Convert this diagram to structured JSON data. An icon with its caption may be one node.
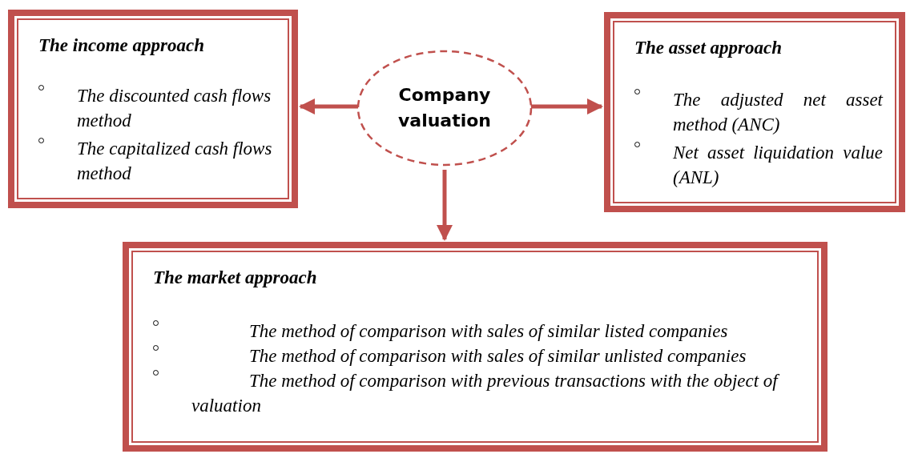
{
  "diagram": {
    "nodes": [
      {
        "text": [
          "Company valuation"
        ]
      },
      {
        "text": [
          "The income approach",
          "The discounted cash flows method",
          "The capitalized cash flows method"
        ]
      },
      {
        "text": [
          "The asset approach",
          "The adjusted net asset method (ANC)",
          "Net asset liquidation value (ANL)"
        ]
      },
      {
        "text": [
          "The market approach",
          "The method of comparison with sales of similar listed companies",
          "The method of comparison with sales of similar unlisted companies",
          "The method of comparison with previous transactions with the object of valuation"
        ]
      }
    ],
    "edges": [
      {
        "from": 0,
        "to": 1,
        "arrow": "to"
      },
      {
        "from": 0,
        "to": 2,
        "arrow": "to"
      },
      {
        "from": 0,
        "to": 3,
        "arrow": "to"
      }
    ]
  }
}
